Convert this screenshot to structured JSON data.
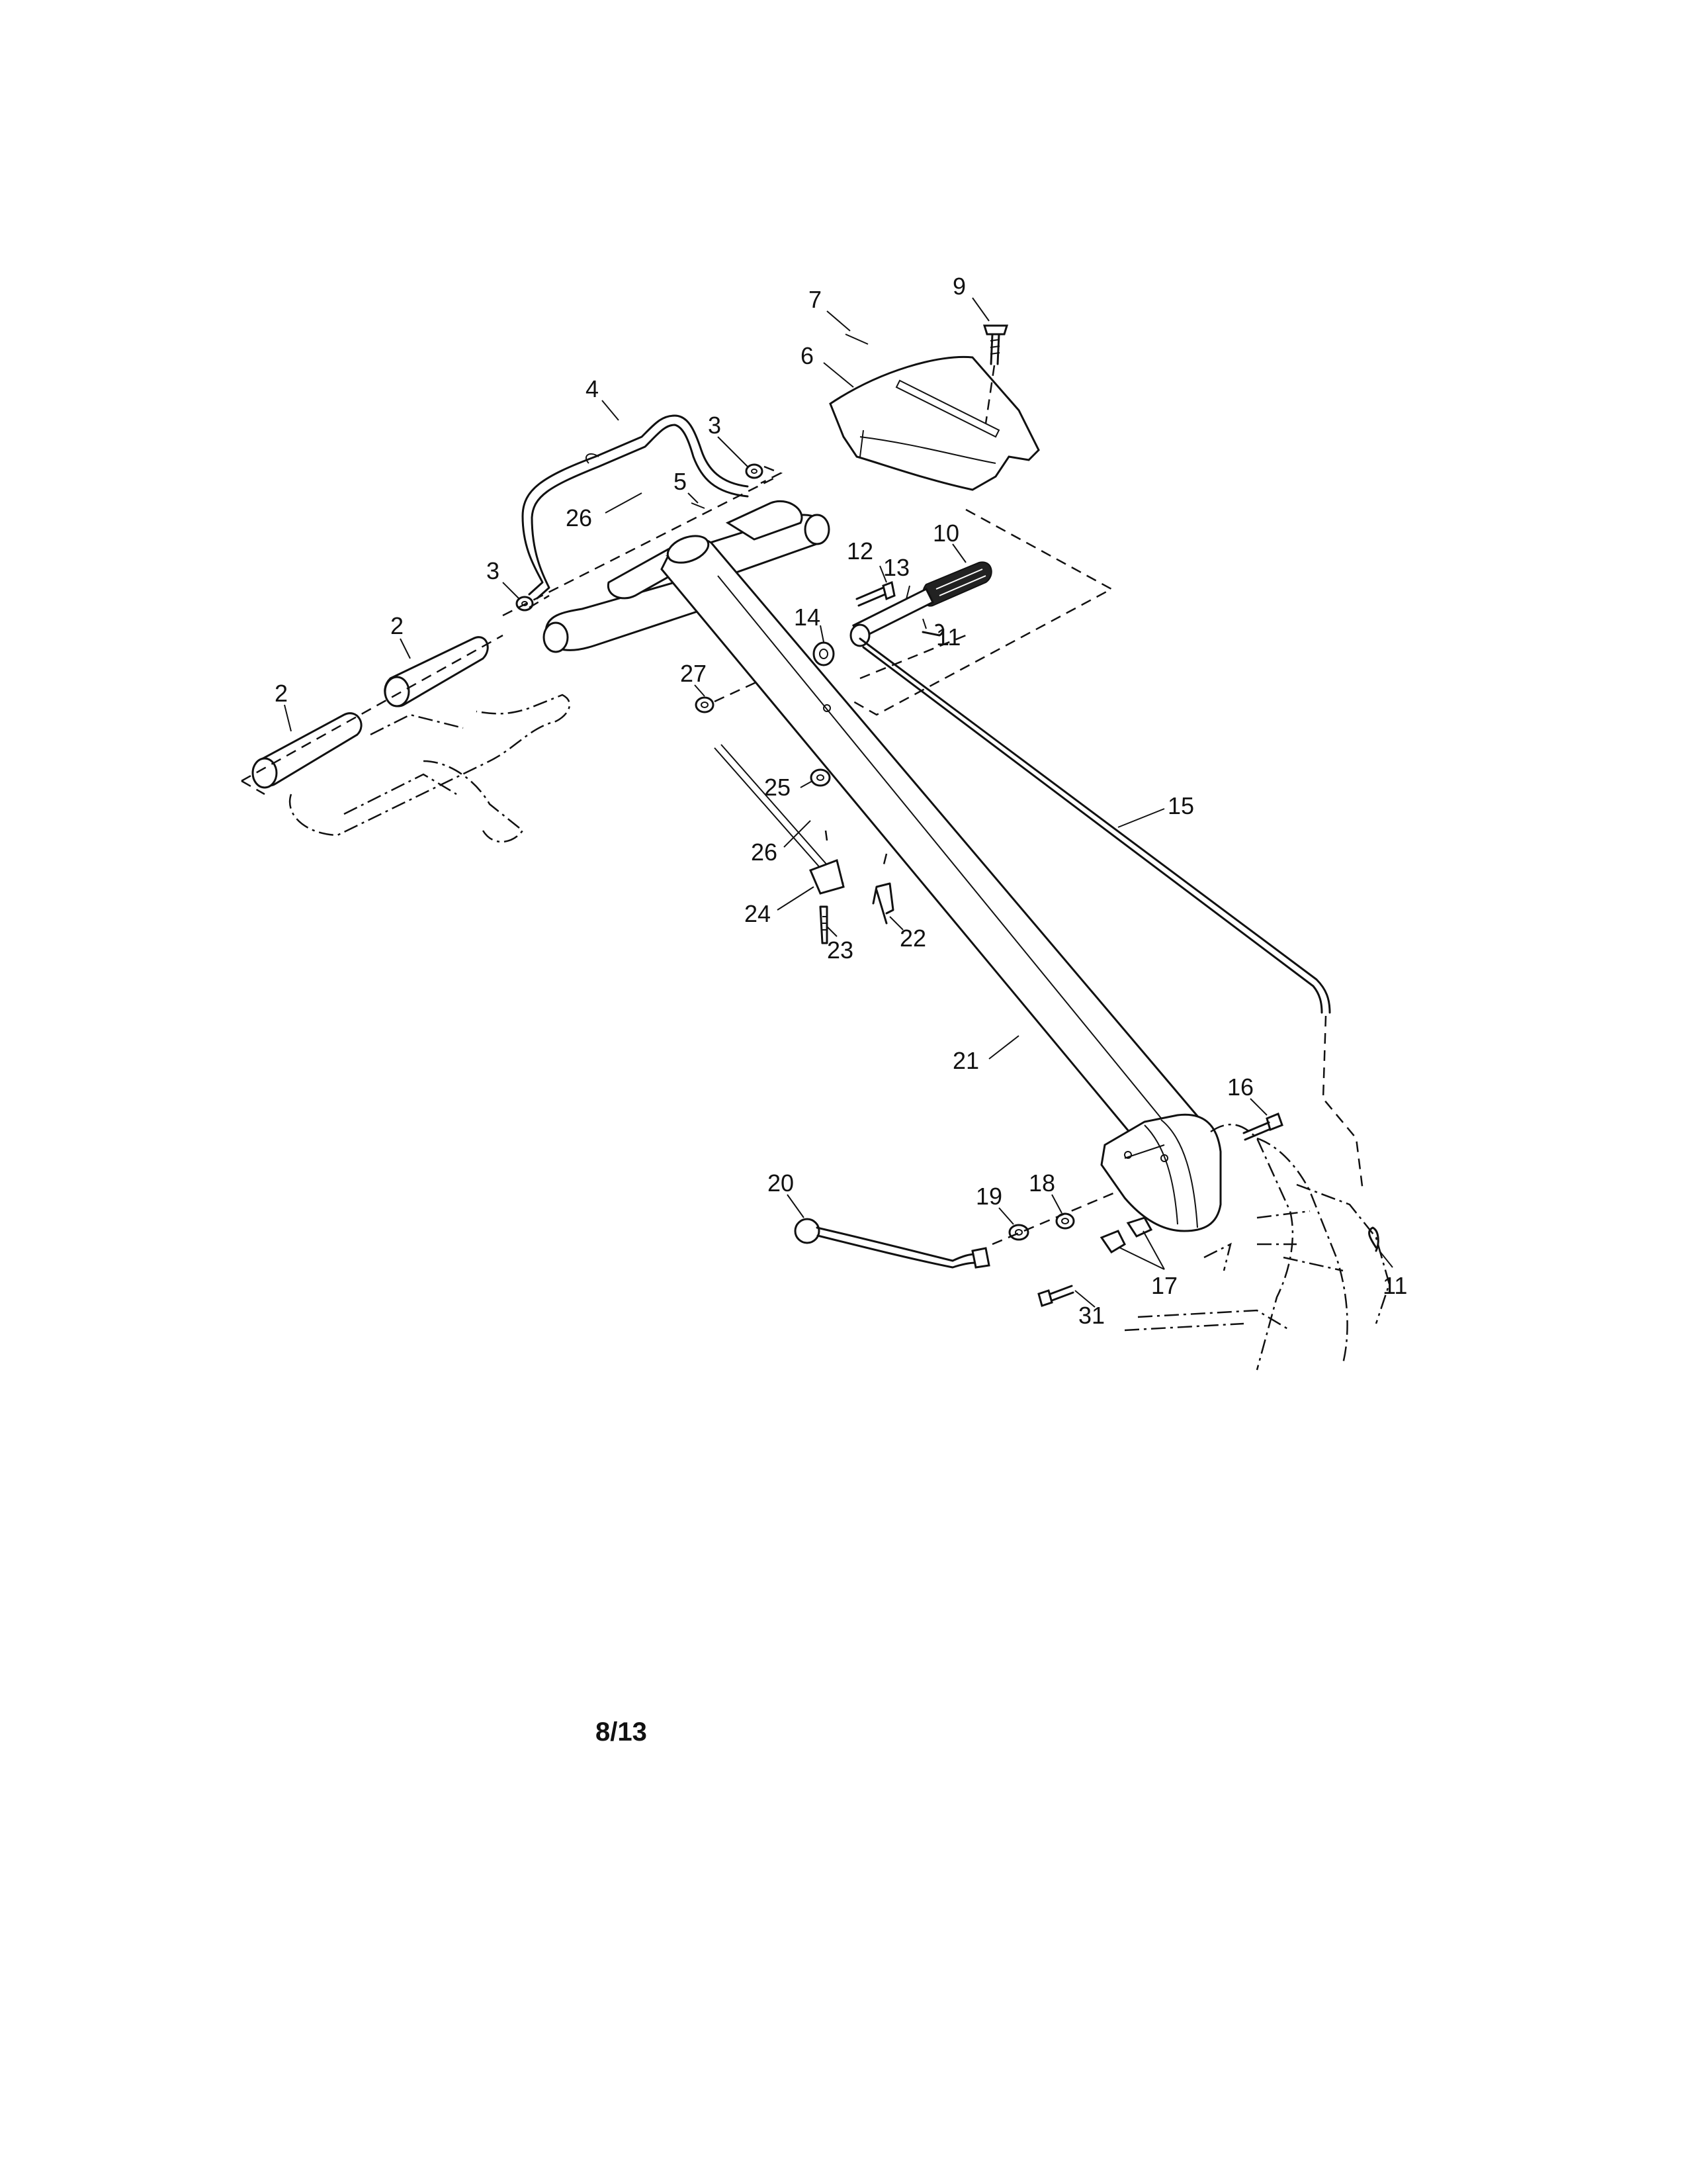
{
  "labels": {
    "l2a": "2",
    "l2b": "2",
    "l3a": "3",
    "l3b": "3",
    "l4": "4",
    "l5": "5",
    "l6": "6",
    "l7": "7",
    "l9": "9",
    "l10": "10",
    "l11a": "11",
    "l11b": "11",
    "l12": "12",
    "l13": "13",
    "l14": "14",
    "l15": "15",
    "l16": "16",
    "l17": "17",
    "l18": "18",
    "l19": "19",
    "l20": "20",
    "l21": "21",
    "l22": "22",
    "l23": "23",
    "l24": "24",
    "l25": "25",
    "l26a": "26",
    "l26b": "26",
    "l27": "27",
    "l31": "31"
  },
  "page_number": "8/13"
}
